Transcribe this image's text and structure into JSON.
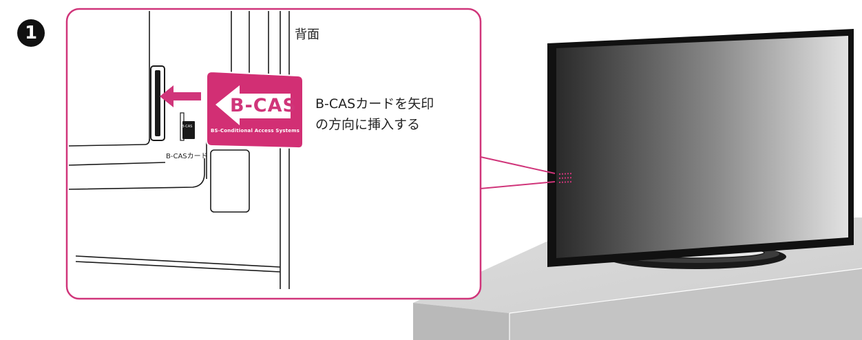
{
  "step": {
    "number": "1"
  },
  "labels": {
    "back": "背面",
    "instruction_line1": "B-CASカードを矢印",
    "instruction_line2": "の方向に挿入する",
    "card_title": "B-CAS",
    "card_subtitle": "BS-Conditional Access Systems",
    "slot_label": "B-CASカード",
    "mini_card_text": "B-CAS"
  },
  "colors": {
    "accent": "#d0357a",
    "card": "#d22f74",
    "frame": "#d0357a",
    "text": "#222222",
    "table": "#c8c8c8"
  },
  "icons": {
    "step_badge": "number-circle-icon",
    "insert_arrow": "arrow-left-icon"
  }
}
